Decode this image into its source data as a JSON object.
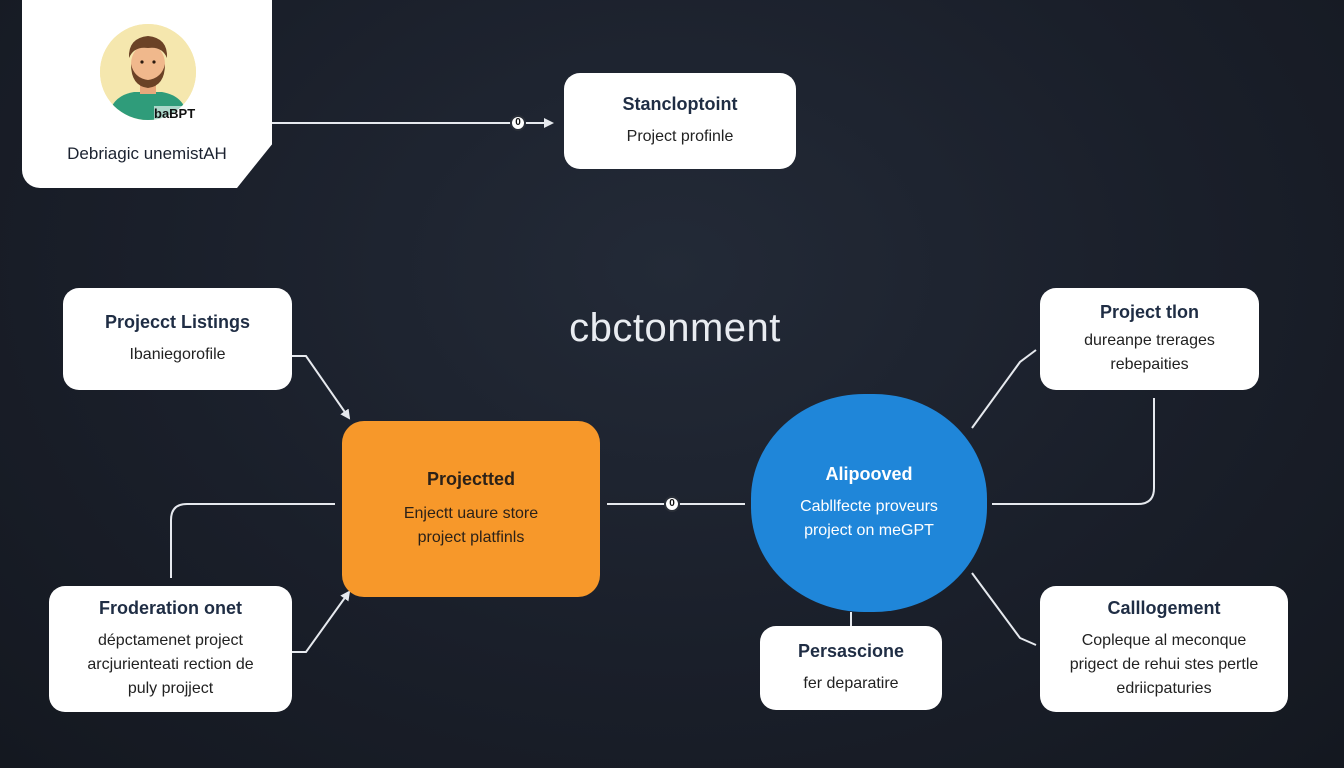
{
  "title": "cbctonment",
  "profile": {
    "avatar_tag": "baBPT",
    "name": "Debriagic unemistAH"
  },
  "nodes": {
    "top_box": {
      "title": "Stancloptoint",
      "lines": [
        "Project profinle"
      ]
    },
    "listings": {
      "title": "Projecct Listings",
      "lines": [
        "Ibaniegorofile"
      ]
    },
    "federation": {
      "title": "Froderation onet",
      "lines": [
        "dépctamenet project",
        "arcjurienteati rection de",
        "puly projject"
      ]
    },
    "projected": {
      "title": "Projectted",
      "lines": [
        "Enjectt uaure store",
        "project platfinls"
      ]
    },
    "approved": {
      "title": "Alipooved",
      "lines": [
        "Cabllfecte proveurs",
        "project on meGPT"
      ]
    },
    "project_tlon": {
      "title": "Project tlon",
      "lines": [
        "dureanpe trerages",
        "rebepaities"
      ]
    },
    "persascione": {
      "title": "Persascione",
      "lines": [
        "fer deparatire"
      ]
    },
    "calllogement": {
      "title": "Calllogement",
      "lines": [
        "Copleque al meconque",
        "prigect de rehui stes pertle",
        "edriicpaturies"
      ]
    }
  },
  "connector_labels": {
    "top": "0",
    "middle": "0"
  },
  "colors": {
    "background": "#1a1f2a",
    "orange": "#f7982a",
    "blue": "#1f86d9",
    "card": "#ffffff",
    "connector": "#e6e9ee"
  }
}
